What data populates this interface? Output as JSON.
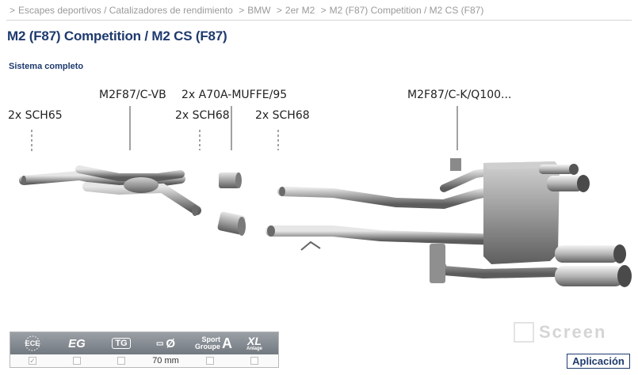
{
  "breadcrumb": {
    "items": [
      "Escapes deportivos / Catalizadores de rendimiento",
      "BMW",
      "2er M2",
      "M2 (F87) Competition / M2 CS (F87)"
    ],
    "separator": ">"
  },
  "page": {
    "title": "M2 (F87) Competition / M2 CS (F87)",
    "section_label": "Sistema completo"
  },
  "parts": {
    "sch65": "2x SCH65",
    "m2f87_c_vb": "M2F87/C-VB",
    "a70a_muffe": "2x A70A-MUFFE/95",
    "sch68_left": "2x SCH68",
    "sch68_right": "2x SCH68",
    "m2f87_c_k": "M2F87/C-K/Q100..."
  },
  "options": {
    "headers": {
      "ece": "ECE",
      "eg": "EG",
      "tg": "TG",
      "diameter_symbol": "Ø",
      "sport_groupe": "Sport Groupe",
      "sport_groupe_letter": "A",
      "xl": "XL",
      "xl_sub": "Anlage"
    },
    "values": {
      "ece_checked": "✓",
      "diameter": "70 mm"
    }
  },
  "apply_button": "Aplicación",
  "watermark": "Screen"
}
